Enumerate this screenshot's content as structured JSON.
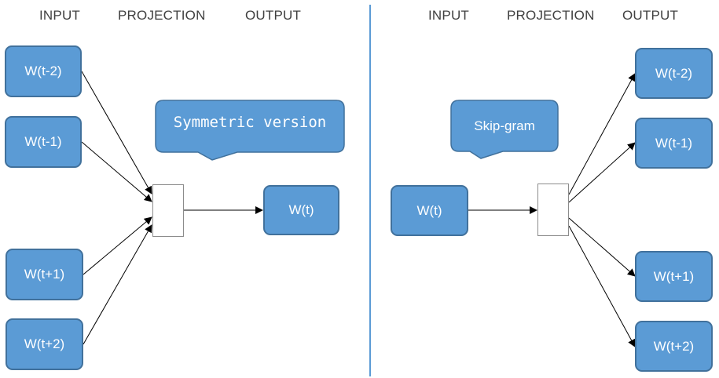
{
  "left_panel": {
    "headers": {
      "input": "INPUT",
      "projection": "PROJECTION",
      "output": "OUTPUT"
    },
    "inputs": [
      "W(t-2)",
      "W(t-1)",
      "W(t+1)",
      "W(t+2)"
    ],
    "output": "W(t)",
    "callout": "Symmetric version"
  },
  "right_panel": {
    "headers": {
      "input": "INPUT",
      "projection": "PROJECTION",
      "output": "OUTPUT"
    },
    "input": "W(t)",
    "outputs": [
      "W(t-2)",
      "W(t-1)",
      "W(t+1)",
      "W(t+2)"
    ],
    "callout": "Skip-gram"
  },
  "colors": {
    "node_fill": "#5b9bd5",
    "node_border": "#41719c",
    "divider": "#5b9bd5",
    "arrow": "#000000"
  }
}
